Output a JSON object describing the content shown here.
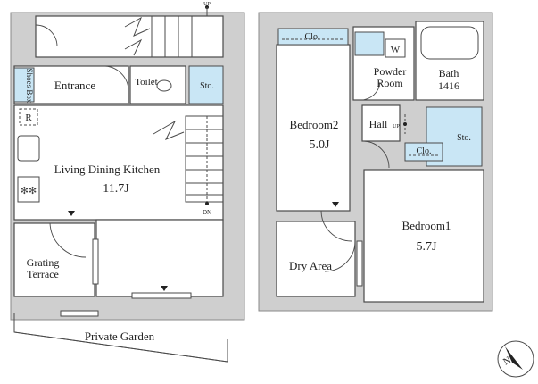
{
  "labels": {
    "shoes_box": "Shoes Box",
    "entrance": "Entrance",
    "toilet": "Toilet",
    "storage_upper": "Sto.",
    "refrigerator": "R",
    "ldk_name": "Living Dining Kitchen",
    "ldk_size": "11.7J",
    "up": "UP",
    "dn": "DN",
    "grating_terrace_1": "Grating",
    "grating_terrace_2": "Terrace",
    "private_garden": "Private Garden",
    "closet_top": "Clo.",
    "washer": "W",
    "powder_room_1": "Powder",
    "powder_room_2": "Room",
    "bath": "Bath",
    "bath_size": "1416",
    "bedroom2_name": "Bedroom2",
    "bedroom2_size": "5.0J",
    "hall": "Hall",
    "hall_up": "UP",
    "storage_lower": "Sto.",
    "closet_lower": "Clo.",
    "bedroom1_name": "Bedroom1",
    "bedroom1_size": "5.7J",
    "dry_area": "Dry Area",
    "north": "N",
    "stair_up_top": "UP"
  },
  "colors": {
    "wall": "#cfcfcf",
    "storage_blue": "#c9e6f5",
    "line": "#4a4a4a"
  }
}
